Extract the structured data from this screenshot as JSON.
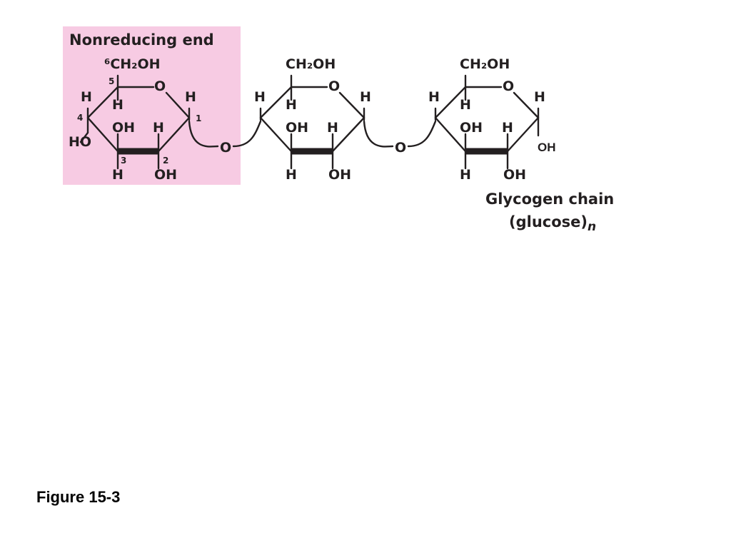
{
  "colors": {
    "highlight": "#f7cbe3",
    "ink": "#231f20",
    "background": "#ffffff"
  },
  "highlight_title": "Nonreducing end",
  "ch2oh": "CH₂OH",
  "ch2oh_numbered": "⁶CH₂OH",
  "atoms": {
    "O": "O",
    "H": "H",
    "OH": "OH",
    "HO": "HO"
  },
  "carbon_numbers": [
    "1",
    "2",
    "3",
    "4",
    "5"
  ],
  "chain_label": "Glycogen chain",
  "chain_formula": "(glucose)",
  "chain_subscript": "n",
  "caption": "Figure 15-3"
}
